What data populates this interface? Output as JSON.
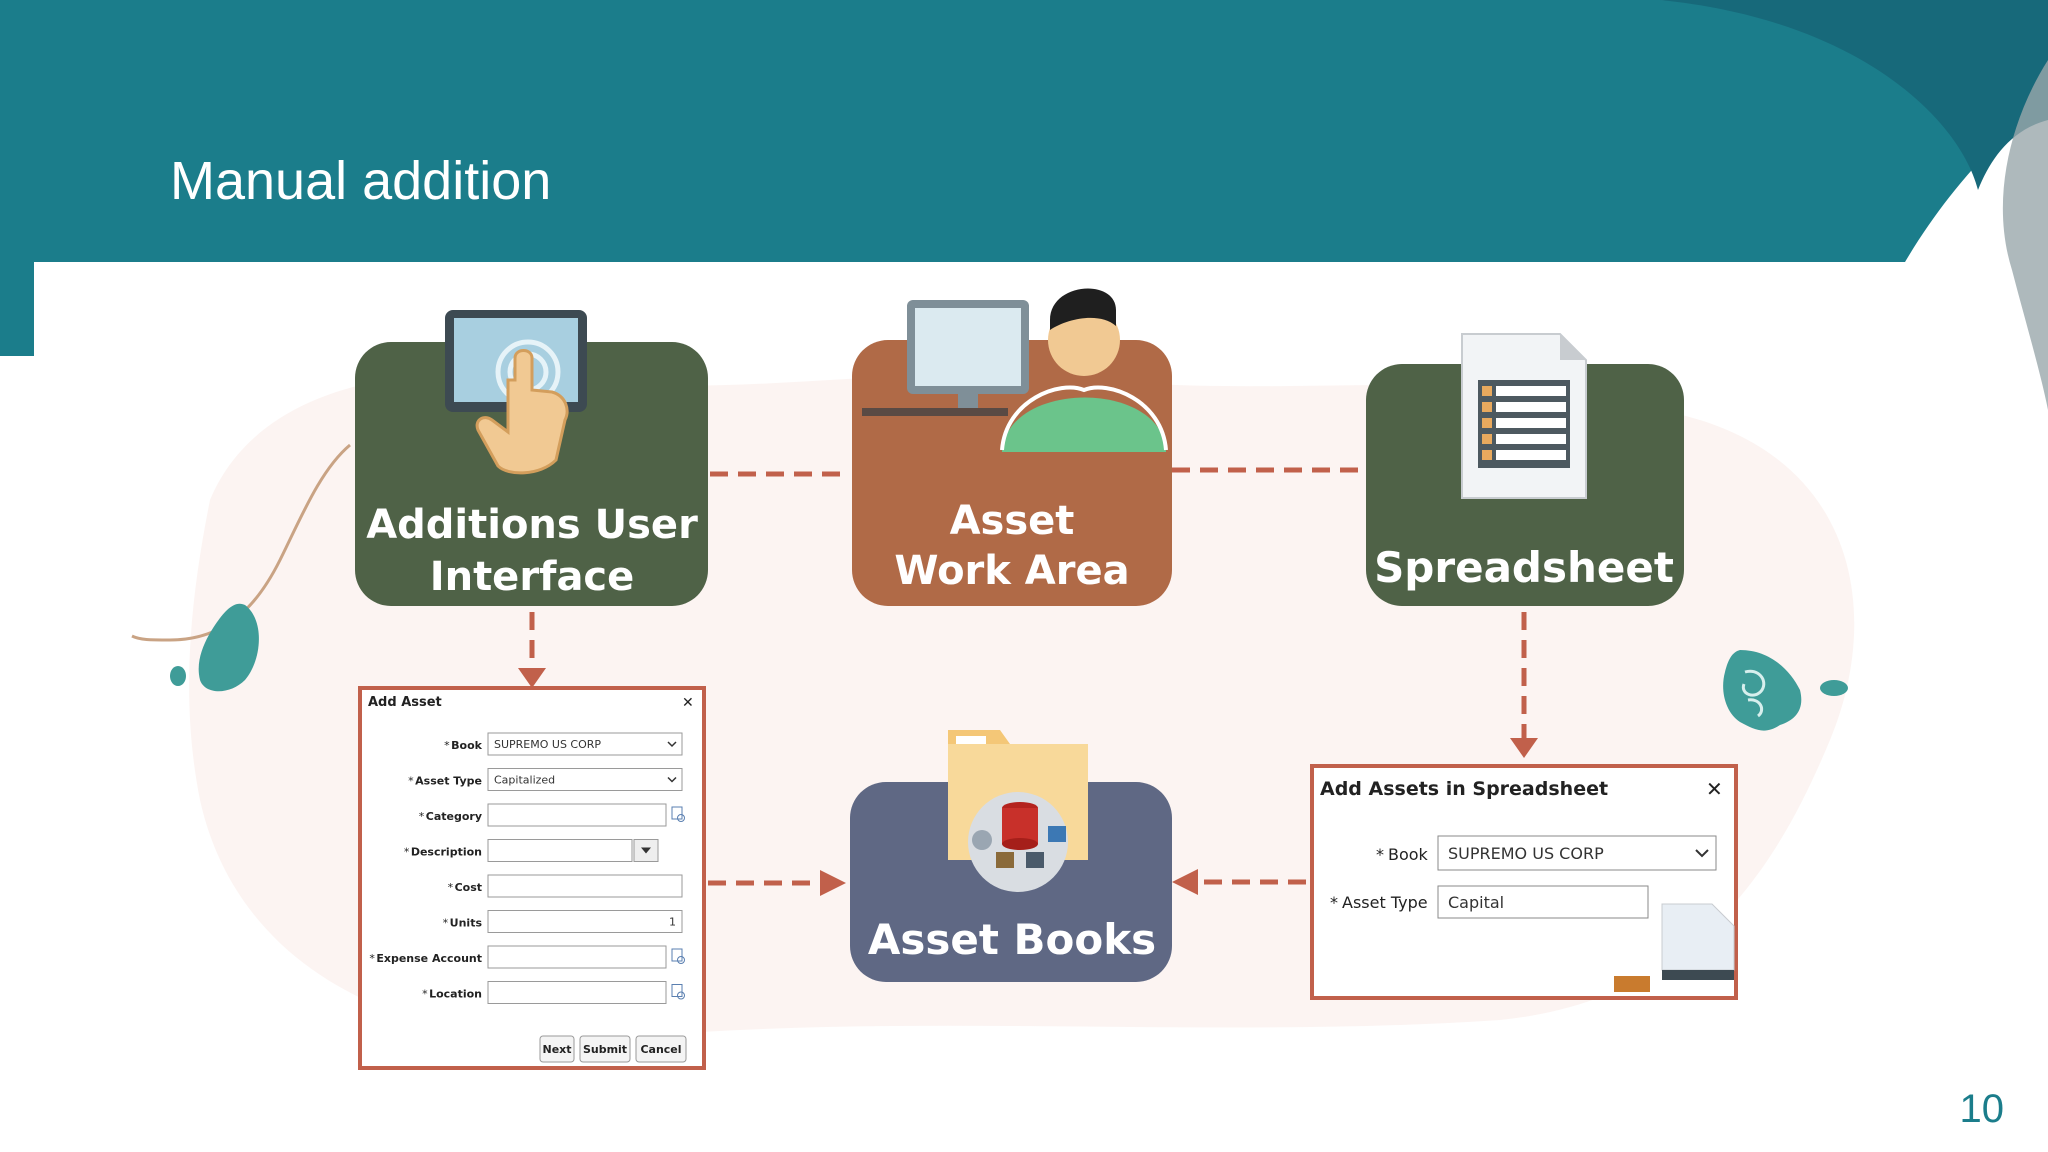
{
  "slide": {
    "title": "Manual addition",
    "page_number": "10"
  },
  "colors": {
    "header_teal": "#1b7d8b",
    "header_dark": "#15656f",
    "green_box": "#4f6247",
    "brown_box": "#b06a47",
    "blue_box": "#5f6884",
    "arrow": "#c1604b"
  },
  "nodes": {
    "additions_ui": {
      "line1": "Additions User",
      "line2": "Interface",
      "icon": "tablet-touch-icon"
    },
    "asset_work_area": {
      "line1": "Asset",
      "line2": "Work Area",
      "icon": "person-at-computer-icon"
    },
    "spreadsheet": {
      "label": "Spreadsheet",
      "icon": "spreadsheet-document-icon"
    },
    "asset_books": {
      "label": "Asset Books",
      "icon": "folder-database-icon"
    }
  },
  "add_asset_form": {
    "title": "Add Asset",
    "close": "✕",
    "fields": [
      {
        "label": "Book",
        "value": "SUPREMO US CORP",
        "kind": "select"
      },
      {
        "label": "Asset Type",
        "value": "Capitalized",
        "kind": "select"
      },
      {
        "label": "Category",
        "value": "",
        "kind": "lookup"
      },
      {
        "label": "Description",
        "value": "",
        "kind": "combo"
      },
      {
        "label": "Cost",
        "value": "",
        "kind": "text"
      },
      {
        "label": "Units",
        "value": "1",
        "kind": "number"
      },
      {
        "label": "Expense Account",
        "value": "",
        "kind": "lookup"
      },
      {
        "label": "Location",
        "value": "",
        "kind": "lookup"
      }
    ],
    "buttons": {
      "next": "Next",
      "submit": "Submit",
      "cancel": "Cancel"
    }
  },
  "spreadsheet_form": {
    "title": "Add Assets in Spreadsheet",
    "close": "✕",
    "book_label": "Book",
    "book_value": "SUPREMO US CORP",
    "asset_type_label": "Asset Type",
    "asset_type_value": "Capital"
  }
}
